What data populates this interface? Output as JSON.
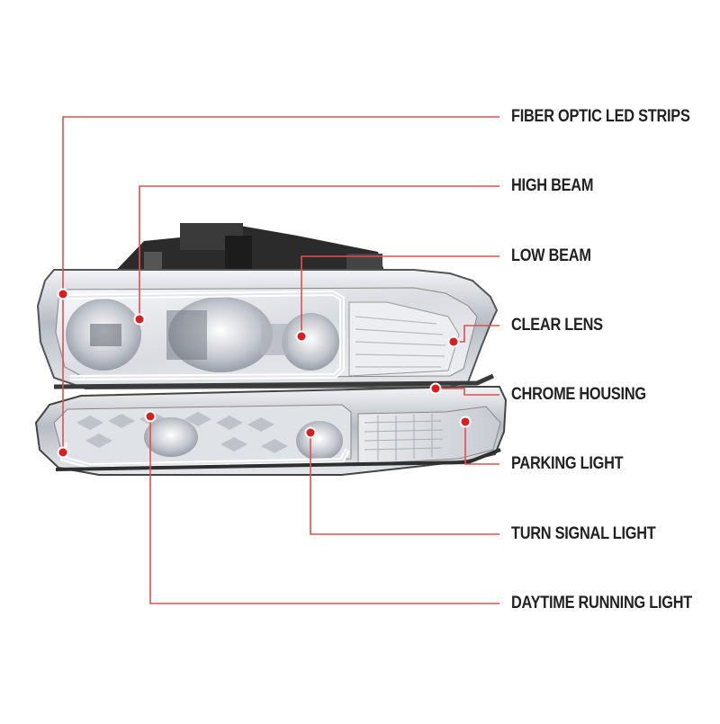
{
  "callouts": [
    {
      "id": "fiber-optic-led-strips",
      "label": "FIBER OPTIC LED STRIPS"
    },
    {
      "id": "high-beam",
      "label": "HIGH BEAM"
    },
    {
      "id": "low-beam",
      "label": "LOW BEAM"
    },
    {
      "id": "clear-lens",
      "label": "CLEAR LENS"
    },
    {
      "id": "chrome-housing",
      "label": "CHROME HOUSING"
    },
    {
      "id": "parking-light",
      "label": "PARKING LIGHT"
    },
    {
      "id": "turn-signal-light",
      "label": "TURN SIGNAL LIGHT"
    },
    {
      "id": "daytime-running-light",
      "label": "DAYTIME RUNNING LIGHT"
    }
  ],
  "colors": {
    "leader_line": "#e0504f",
    "dot": "#d81e1e",
    "text": "#222222",
    "chrome": "#c9cdd3",
    "housing_dark": "#2a2a2a",
    "led_glow": "#f4f6fb"
  }
}
